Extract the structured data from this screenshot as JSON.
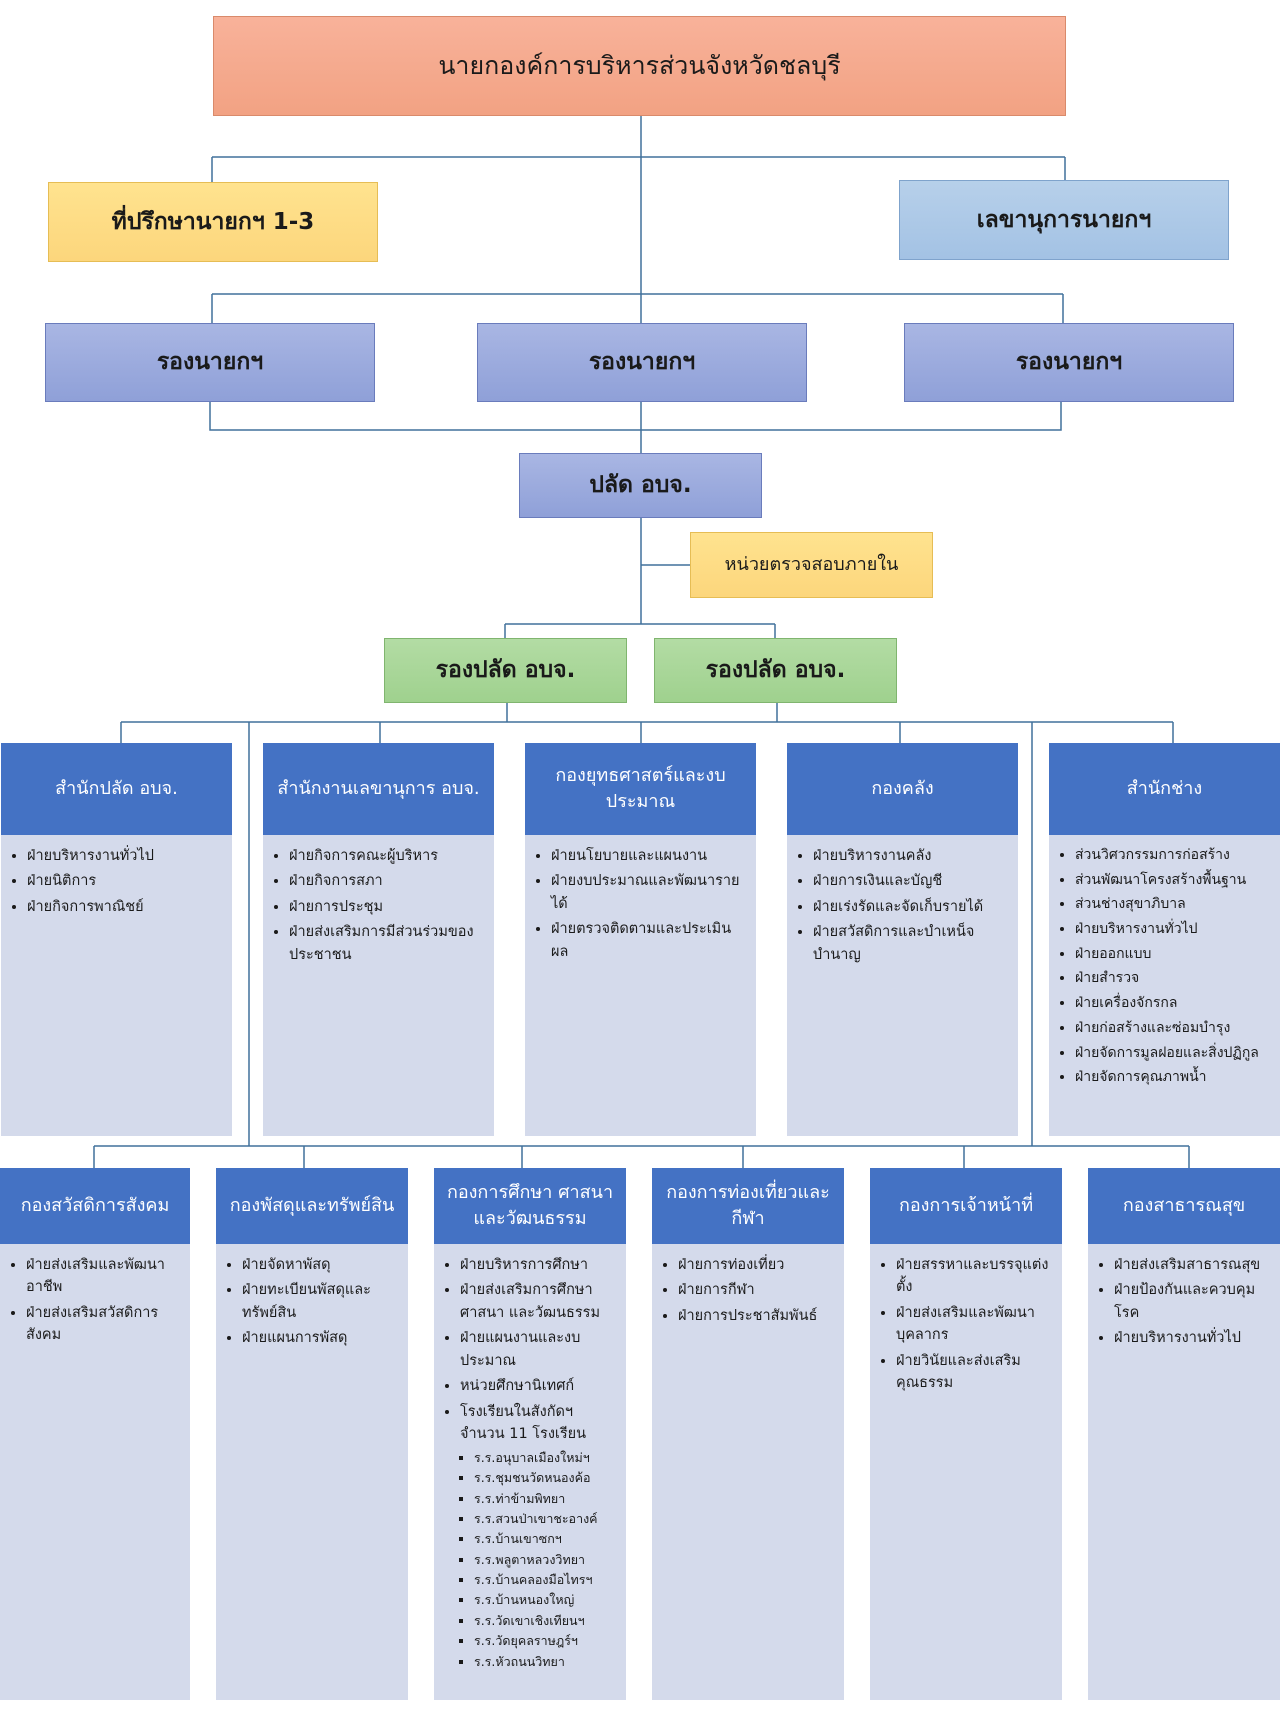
{
  "chief": "นายกองค์การบริหารส่วนจังหวัดชลบุรี",
  "advisor": "ที่ปรึกษานายกฯ  1-3",
  "secretary": "เลขานุการนายกฯ",
  "vice_mayors": [
    "รองนายกฯ",
    "รองนายกฯ",
    "รองนายกฯ"
  ],
  "permanent_secretary": "ปลัด อบจ.",
  "audit_unit": "หน่วยตรวจสอบภายใน",
  "deputy_secretaries": [
    "รองปลัด อบจ.",
    "รองปลัด อบจ."
  ],
  "departments_row1": [
    {
      "title": "สำนักปลัด อบจ.",
      "items": [
        "ฝ่ายบริหารงานทั่วไป",
        "ฝ่ายนิติการ",
        "ฝ่ายกิจการพาณิชย์"
      ]
    },
    {
      "title": "สำนักงานเลขานุการ อบจ.",
      "items": [
        "ฝ่ายกิจการคณะผู้บริหาร",
        "ฝ่ายกิจการสภา",
        "ฝ่ายการประชุม",
        "ฝ่ายส่งเสริมการมีส่วนร่วมของประชาชน"
      ]
    },
    {
      "title": "กองยุทธศาสตร์และงบประมาณ",
      "items": [
        "ฝ่ายนโยบายและแผนงาน",
        "ฝ่ายงบประมาณและพัฒนารายได้",
        "ฝ่ายตรวจติดตามและประเมินผล"
      ]
    },
    {
      "title": "กองคลัง",
      "items": [
        "ฝ่ายบริหารงานคลัง",
        "ฝ่ายการเงินและบัญชี",
        "ฝ่ายเร่งรัดและจัดเก็บรายได้",
        "ฝ่ายสวัสดิการและบำเหน็จบำนาญ"
      ]
    },
    {
      "title": "สำนักช่าง",
      "items": [
        "ส่วนวิศวกรรมการก่อสร้าง",
        "ส่วนพัฒนาโครงสร้างพื้นฐาน",
        "ส่วนช่างสุขาภิบาล",
        "ฝ่ายบริหารงานทั่วไป",
        "ฝ่ายออกแบบ",
        "ฝ่ายสำรวจ",
        "ฝ่ายเครื่องจักรกล",
        "ฝ่ายก่อสร้างและซ่อมบำรุง",
        "ฝ่ายจัดการมูลฝอยและสิ่งปฏิกูล",
        "ฝ่ายจัดการคุณภาพน้ำ"
      ]
    }
  ],
  "departments_row2": [
    {
      "title": "กองสวัสดิการสังคม",
      "items": [
        "ฝ่ายส่งเสริมและพัฒนาอาชีพ",
        "ฝ่ายส่งเสริมสวัสดิการสังคม"
      ]
    },
    {
      "title": "กองพัสดุและทรัพย์สิน",
      "items": [
        "ฝ่ายจัดหาพัสดุ",
        "ฝ่ายทะเบียนพัสดุและทรัพย์สิน",
        "ฝ่ายแผนการพัสดุ"
      ]
    },
    {
      "title": "กองการศึกษา ศาสนาและวัฒนธรรม",
      "items": [
        "ฝ่ายบริหารการศึกษา",
        "ฝ่ายส่งเสริมการศึกษา ศาสนา และวัฒนธรรม",
        "ฝ่ายแผนงานและงบประมาณ",
        "หน่วยศึกษานิเทศก์",
        "โรงเรียนในสังกัดฯ  จำนวน 11 โรงเรียน"
      ],
      "schools": [
        "ร.ร.อนุบาลเมืองใหม่ฯ",
        "ร.ร.ชุมชนวัดหนองค้อ",
        "ร.ร.ท่าข้ามพิทยา",
        "ร.ร.สวนป่าเขาชะอางค์",
        "ร.ร.บ้านเขาซกฯ",
        "ร.ร.พลูตาหลวงวิทยา",
        "ร.ร.บ้านคลองมือไทรฯ",
        "ร.ร.บ้านหนองใหญ่",
        "ร.ร.วัดเขาเชิงเทียนฯ",
        "ร.ร.วัดยุคลราษฎร์ฯ",
        "ร.ร.หัวถนนวิทยา"
      ]
    },
    {
      "title": "กองการท่องเที่ยวและกีฬา",
      "items": [
        "ฝ่ายการท่องเที่ยว",
        "ฝ่ายการกีฬา",
        "ฝ่ายการประชาสัมพันธ์"
      ]
    },
    {
      "title": "กองการเจ้าหน้าที่",
      "items": [
        "ฝ่ายสรรหาและบรรจุแต่งตั้ง",
        "ฝ่ายส่งเสริมและพัฒนาบุคลากร",
        "ฝ่ายวินัยและส่งเสริมคุณธรรม"
      ]
    },
    {
      "title": "กองสาธารณสุข",
      "items": [
        "ฝ่ายส่งเสริมสาธารณสุข",
        "ฝ่ายป้องกันและควบคุมโรค",
        "ฝ่ายบริหารงานทั่วไป"
      ]
    }
  ]
}
